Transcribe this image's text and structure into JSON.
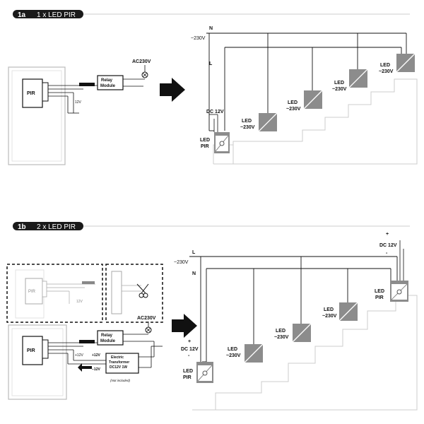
{
  "sections": [
    {
      "badge": "1a",
      "title": "1 x LED PIR"
    },
    {
      "badge": "1b",
      "title": "2 x LED PIR"
    }
  ],
  "s1a": {
    "pir": "PIR",
    "relay_line1": "Relay",
    "relay_line2": "Module",
    "ac": "AC230V",
    "v12": "12V",
    "n": "N",
    "n_voltage": "~230V",
    "l": "L",
    "dc": "DC 12V",
    "led_pir_line1": "LED",
    "led_pir_line2": "PIR",
    "steps": [
      {
        "line1": "LED",
        "line2": "~230V"
      },
      {
        "line1": "LED",
        "line2": "~230V"
      },
      {
        "line1": "LED",
        "line2": "~230V"
      },
      {
        "line1": "LED",
        "line2": "~230V"
      }
    ]
  },
  "s1b": {
    "pir_a": "PIR",
    "v12_a": "12V",
    "pir_b": "PIR",
    "relay_line1": "Relay",
    "relay_line2": "Module",
    "ac": "AC230V",
    "plus12": "+12V",
    "minus12": "−12V",
    "trans_line1": "Electric",
    "trans_line2": "Transformer",
    "trans_line3": "DC12V 1W",
    "trans_note": "(Not included)",
    "l": "L",
    "l_voltage": "~230V",
    "n": "N",
    "dc_top": "DC 12V",
    "plus": "+",
    "minus": "-",
    "dc_bottom": "DC 12V",
    "led_pir_top_line1": "LED",
    "led_pir_top_line2": "PIR",
    "led_pir_bottom_line1": "LED",
    "led_pir_bottom_line2": "PIR",
    "steps": [
      {
        "line1": "LED",
        "line2": "~230V"
      },
      {
        "line1": "LED",
        "line2": "~230V"
      },
      {
        "line1": "LED",
        "line2": "~230V"
      },
      {
        "line1": "LED",
        "line2": "~230V"
      }
    ]
  }
}
